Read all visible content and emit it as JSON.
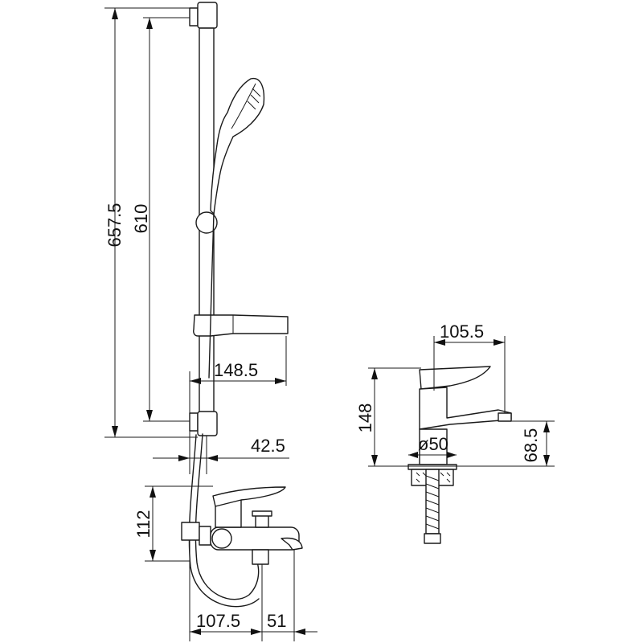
{
  "dimensions": {
    "rail_total": "657.5",
    "rail_center": "610",
    "soap_dish_depth": "148.5",
    "bracket_offset": "42.5",
    "bath_mixer_height": "112",
    "bath_mixer_projection": "107.5",
    "bath_spout_offset": "51",
    "basin_spout_reach": "105.5",
    "basin_height": "148",
    "basin_spout_height": "68.5",
    "basin_base_diameter": "ø50"
  }
}
